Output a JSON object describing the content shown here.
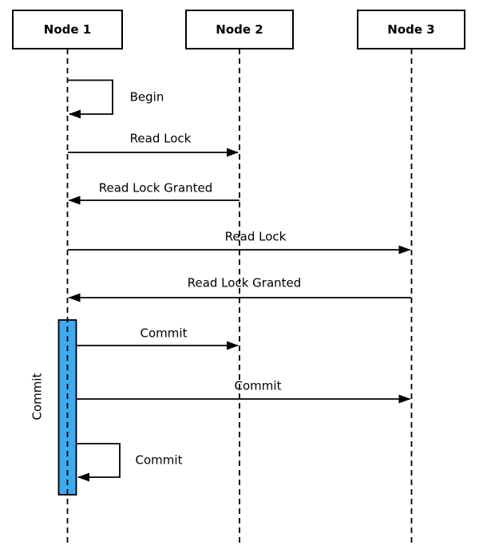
{
  "diagram": {
    "type": "sequence",
    "background": "#ffffff",
    "line_color": "#000000",
    "nodes": [
      {
        "label": "Node 1"
      },
      {
        "label": "Node 2"
      },
      {
        "label": "Node 3"
      }
    ],
    "activation": {
      "node": "Node 1",
      "label": "Commit",
      "fill": "#41aaef",
      "border": "#000000"
    },
    "messages": [
      {
        "label": "Begin",
        "from": "Node 1",
        "to": "Node 1",
        "kind": "self"
      },
      {
        "label": "Read Lock",
        "from": "Node 1",
        "to": "Node 2",
        "kind": "message"
      },
      {
        "label": "Read Lock Granted",
        "from": "Node 2",
        "to": "Node 1",
        "kind": "message"
      },
      {
        "label": "Read Lock",
        "from": "Node 1",
        "to": "Node 3",
        "kind": "message"
      },
      {
        "label": "Read Lock Granted",
        "from": "Node 3",
        "to": "Node 1",
        "kind": "message"
      },
      {
        "label": "Commit",
        "from": "Node 1",
        "to": "Node 2",
        "kind": "message"
      },
      {
        "label": "Commit",
        "from": "Node 1",
        "to": "Node 3",
        "kind": "message"
      },
      {
        "label": "Commit",
        "from": "Node 1",
        "to": "Node 1",
        "kind": "self"
      }
    ]
  }
}
